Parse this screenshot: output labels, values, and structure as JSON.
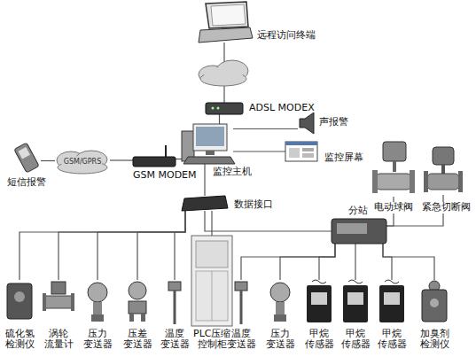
{
  "diagram": {
    "nodes": [
      {
        "text": [
          "远程访问终端"
        ]
      },
      {
        "text": [
          "ADSL MODEX"
        ]
      },
      {
        "text": [
          "声报警"
        ]
      },
      {
        "text": [
          "监控主机"
        ]
      },
      {
        "text": [
          "监控屏幕"
        ]
      },
      {
        "text": [
          "短信报警"
        ]
      },
      {
        "text": [
          "GSM/GPRS"
        ]
      },
      {
        "text": [
          "GSM MODEM"
        ]
      },
      {
        "text": [
          "数据接口"
        ]
      },
      {
        "text": [
          "电动球阀"
        ]
      },
      {
        "text": [
          "紧急切断阀"
        ]
      },
      {
        "text": [
          "分站"
        ]
      },
      {
        "text": [
          "硫化氢 检测仪"
        ]
      },
      {
        "text": [
          "涡轮 流量计"
        ]
      },
      {
        "text": [
          "压力 变送器"
        ]
      },
      {
        "text": [
          "压差 变送器"
        ]
      },
      {
        "text": [
          "温度 变送器"
        ]
      },
      {
        "text": [
          "PLC压缩 控制柜"
        ]
      },
      {
        "text": [
          "温度 变送器"
        ]
      },
      {
        "text": [
          "压力 变送器"
        ]
      },
      {
        "text": [
          "甲烷 传感器"
        ]
      },
      {
        "text": [
          "甲烷 传感器"
        ]
      },
      {
        "text": [
          "甲烷 传感器"
        ]
      },
      {
        "text": [
          "加臭剂 检测仪"
        ]
      }
    ],
    "edges": [
      {
        "from": 0,
        "to": 1,
        "arrow": "none"
      },
      {
        "from": 1,
        "to": 3,
        "arrow": "none"
      },
      {
        "from": 3,
        "to": 2,
        "arrow": "none"
      },
      {
        "from": 3,
        "to": 4,
        "arrow": "none"
      },
      {
        "from": 3,
        "to": 7,
        "arrow": "none"
      },
      {
        "from": 7,
        "to": 6,
        "arrow": "none"
      },
      {
        "from": 6,
        "to": 5,
        "arrow": "none"
      },
      {
        "from": 3,
        "to": 8,
        "arrow": "none"
      },
      {
        "from": 8,
        "to": 12,
        "arrow": "none"
      },
      {
        "from": 8,
        "to": 13,
        "arrow": "none"
      },
      {
        "from": 8,
        "to": 14,
        "arrow": "none"
      },
      {
        "from": 8,
        "to": 15,
        "arrow": "none"
      },
      {
        "from": 8,
        "to": 16,
        "arrow": "none"
      },
      {
        "from": 8,
        "to": 17,
        "arrow": "none"
      },
      {
        "from": 8,
        "to": 11,
        "arrow": "none"
      },
      {
        "from": 11,
        "to": 9,
        "arrow": "none"
      },
      {
        "from": 11,
        "to": 10,
        "arrow": "none"
      },
      {
        "from": 11,
        "to": 18,
        "arrow": "none"
      },
      {
        "from": 11,
        "to": 19,
        "arrow": "none"
      },
      {
        "from": 11,
        "to": 20,
        "arrow": "none"
      },
      {
        "from": 11,
        "to": 21,
        "arrow": "none"
      },
      {
        "from": 11,
        "to": 22,
        "arrow": "none"
      },
      {
        "from": 11,
        "to": 23,
        "arrow": "none"
      }
    ]
  }
}
